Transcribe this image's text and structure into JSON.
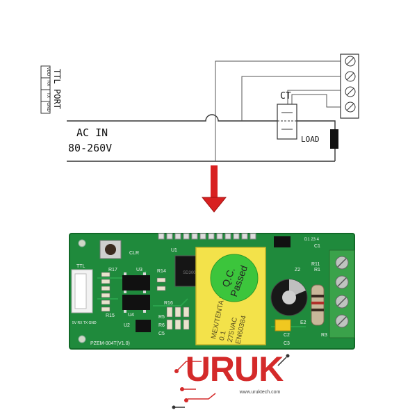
{
  "wiring": {
    "ttl_label": "TTL PORT",
    "ttl_pins": [
      "VDD",
      "RX",
      "TX",
      "GND"
    ],
    "ac_in_label": "AC IN",
    "voltage_label": "80-260V",
    "ct_label": "CT",
    "load_label": "LOAD"
  },
  "board": {
    "model": "PZEM-004T(V1.0)",
    "ttl_label": "TTL",
    "pin_labels": "5V RX TX GND",
    "chip_label": "SD3004",
    "components": [
      "R17",
      "U3",
      "R14",
      "U2",
      "U4",
      "R15",
      "R16",
      "R5",
      "R6",
      "C5",
      "CLR",
      "U1",
      "C1",
      "R11",
      "R1",
      "Z2",
      "C2",
      "C3",
      "E2",
      "R3"
    ],
    "terminal_labels": "D1 23 4",
    "sticker_qc_line1": "Q.C.",
    "sticker_qc_line2": "Passed",
    "cap_text": [
      "MEX/TENTA MKP",
      "0.1",
      "275VAC",
      "EN60384"
    ]
  },
  "logo": {
    "name": "URUK",
    "url": "www.uruktech.com"
  },
  "colors": {
    "pcb": "#1f8a3c",
    "arrow": "#d82020",
    "logo_red": "#d42a2a",
    "sticker_yellow": "#f3e24a",
    "qc_green": "#3cc53c",
    "terminal_green": "#3aa24a"
  }
}
